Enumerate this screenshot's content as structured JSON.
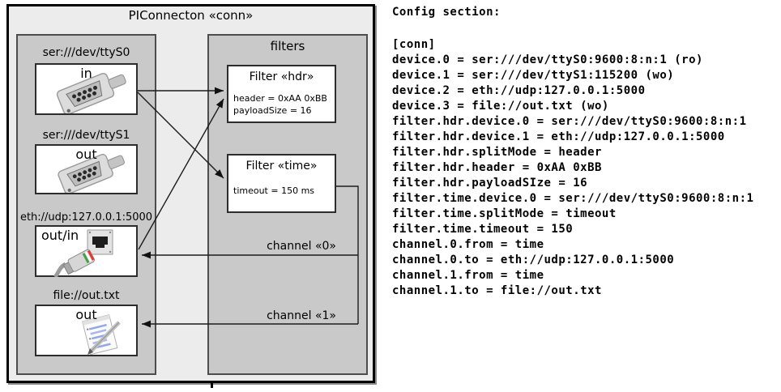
{
  "diagram": {
    "title": "PIConnecton «conn»",
    "devices": [
      {
        "uri": "ser:///dev/ttyS0",
        "direction": "in"
      },
      {
        "uri": "ser:///dev/ttyS1",
        "direction": "out"
      },
      {
        "uri": "eth://udp:127.0.0.1:5000",
        "direction": "out/in"
      },
      {
        "uri": "file://out.txt",
        "direction": "out"
      }
    ],
    "filters_title": "filters",
    "filters": [
      {
        "title": "Filter «hdr»",
        "attrs": [
          "header = 0xAA 0xBB",
          "payloadSize = 16"
        ]
      },
      {
        "title": "Filter «time»",
        "attrs": [
          "timeout = 150 ms"
        ]
      }
    ],
    "channels": [
      {
        "label": "channel «0»"
      },
      {
        "label": "channel «1»"
      }
    ],
    "images": {
      "device0": "db9-serial-connector-photo",
      "device1": "db9-serial-connector-photo",
      "device2": "rj45-port-and-plug-photo",
      "device3": "notepad-with-pen-icon"
    }
  },
  "config": {
    "heading": "Config section:",
    "lines": [
      "[conn]",
      "device.0 = ser:///dev/ttyS0:9600:8:n:1 (ro)",
      "device.1 = ser:///dev/ttyS1:115200 (wo)",
      "device.2 = eth://udp:127.0.0.1:5000",
      "device.3 = file://out.txt (wo)",
      "filter.hdr.device.0 = ser:///dev/ttyS0:9600:8:n:1",
      "filter.hdr.device.1 = eth://udp:127.0.0.1:5000",
      "filter.hdr.splitMode = header",
      "filter.hdr.header = 0xAA 0xBB",
      "filter.hdr.payloadSIze = 16",
      "filter.time.device.0 = ser:///dev/ttyS0:9600:8:n:1",
      "filter.time.splitMode = timeout",
      "filter.time.timeout = 150",
      "channel.0.from = time",
      "channel.0.to = eth://udp:127.0.0.1:5000",
      "channel.1.from = time",
      "channel.1.to = file://out.txt"
    ]
  },
  "colors": {
    "page_bg": "#ffffff",
    "outer_box_bg": "#ececec",
    "group_bg": "#c9c9c9",
    "device_box_bg": "#ffffff",
    "border": "#000000",
    "text": "#000000"
  }
}
